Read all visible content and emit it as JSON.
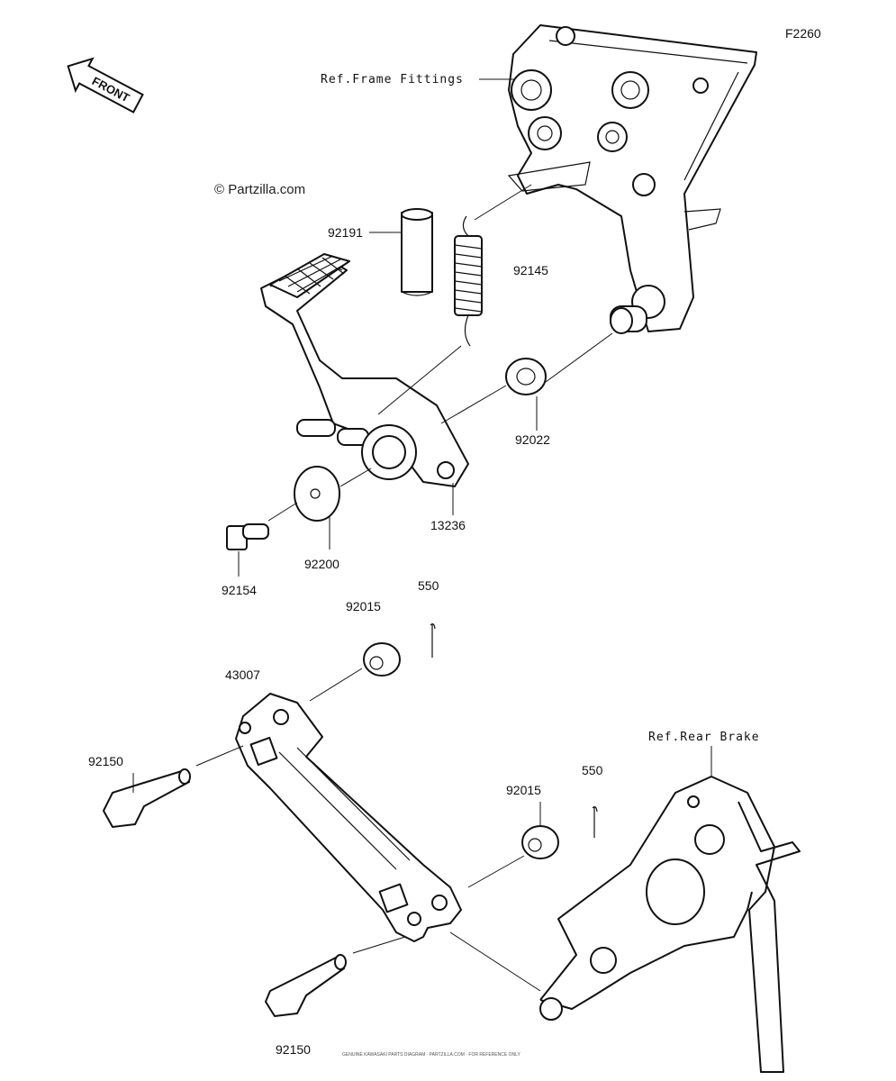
{
  "figure_code": "F2260",
  "copyright": "© Partzilla.com",
  "front_arrow_label": "FRONT",
  "references": {
    "frame": "Ref.Frame Fittings",
    "rear_brake": "Ref.Rear Brake"
  },
  "parts": [
    {
      "id": "spacer",
      "number": "92191"
    },
    {
      "id": "spring",
      "number": "92145"
    },
    {
      "id": "washer-small",
      "number": "92022"
    },
    {
      "id": "pedal-arm",
      "number": "13236"
    },
    {
      "id": "washer-large",
      "number": "92200"
    },
    {
      "id": "bolt-pedal",
      "number": "92154"
    },
    {
      "id": "collar-upper",
      "number": "92015"
    },
    {
      "id": "cotter-upper",
      "number": "550"
    },
    {
      "id": "rod",
      "number": "43007"
    },
    {
      "id": "pin-upper",
      "number": "92150"
    },
    {
      "id": "collar-lower",
      "number": "92015"
    },
    {
      "id": "cotter-lower",
      "number": "550"
    },
    {
      "id": "pin-lower",
      "number": "92150"
    }
  ],
  "footer": "GENUINE KAWASAKI PARTS DIAGRAM · PARTZILLA.COM · FOR REFERENCE ONLY"
}
